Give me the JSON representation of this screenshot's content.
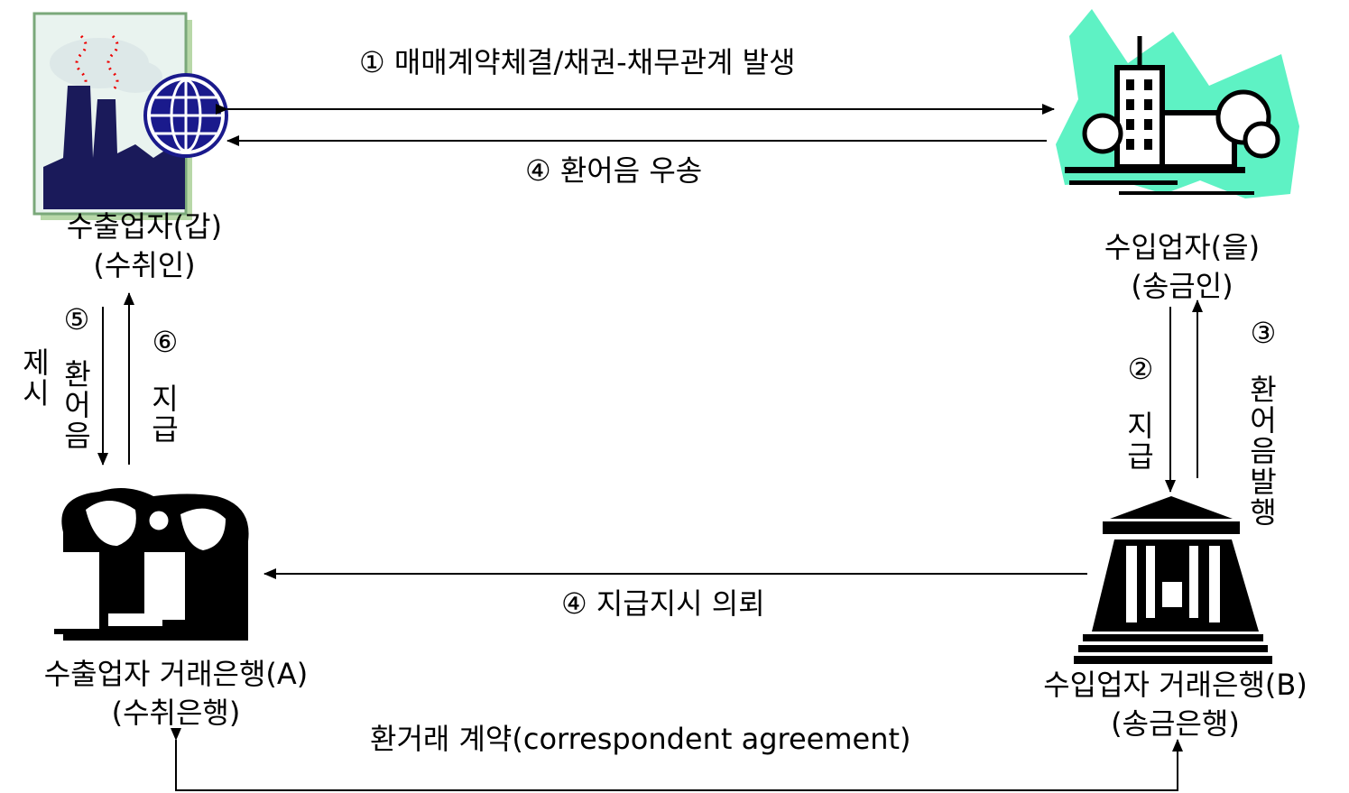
{
  "nodes": {
    "exporter": {
      "name": "수출업자(갑)",
      "role": "(수취인)"
    },
    "importer": {
      "name": "수입업자(을)",
      "role": "(송금인)"
    },
    "exporter_bank": {
      "name": "수출업자  거래은행(A)",
      "role": "(수취은행)"
    },
    "importer_bank": {
      "name": "수입업자  거래은행(B)",
      "role": "(송금은행)"
    }
  },
  "flows": {
    "step1": "① 매매계약체결/채권-채무관계 발생",
    "step4_bill_send": "④ 환어음 우송",
    "step4_payment_request": "④ 지급지시 의뢰",
    "correspondent": "환거래 계약(correspondent agreement)",
    "step5_num": "⑤",
    "step5_a": "제\n시",
    "step5_b": "환\n어\n음",
    "step6_num": "⑥",
    "step6": "지\n급",
    "step2_num": "②",
    "step2": "지\n급",
    "step3_num": "③",
    "step3": "환\n어\n음\n발\n행"
  },
  "icons": {
    "exporter": "factory-globe-icon",
    "importer": "city-buildings-icon",
    "exporter_bank": "bank-clerk-handshake-icon",
    "importer_bank": "bank-building-icon"
  },
  "colors": {
    "globe": "#1a1a8c",
    "factory": "#1a1a5a",
    "importer_bg": "#5ef2c4",
    "line": "#000000"
  }
}
